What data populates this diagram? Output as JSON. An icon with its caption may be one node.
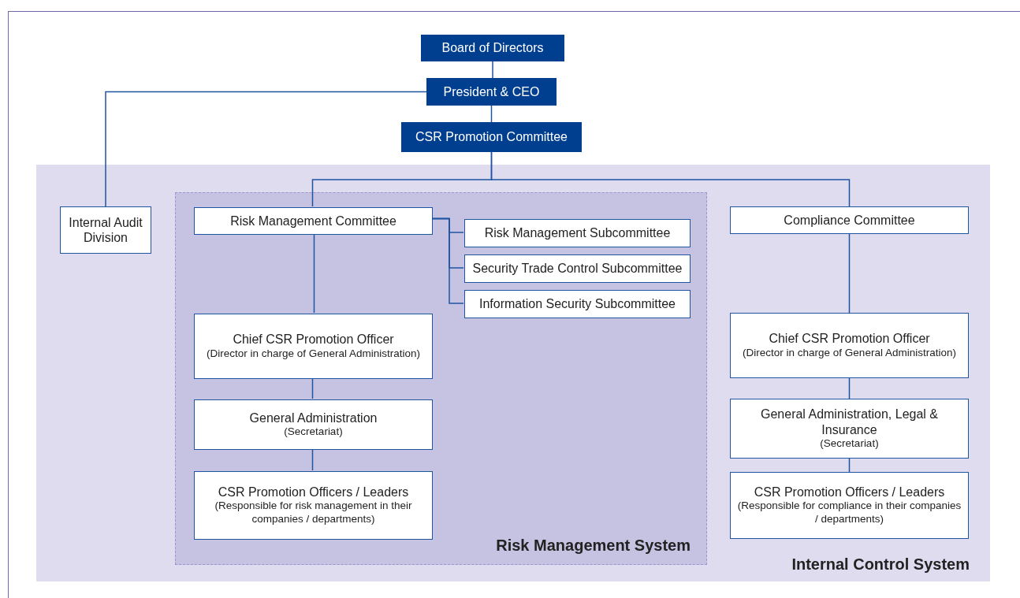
{
  "diagram": {
    "nodes": [
      {
        "text": [
          "Board of Directors"
        ]
      },
      {
        "text": [
          "President & CEO"
        ]
      },
      {
        "text": [
          "CSR Promotion Committee"
        ]
      },
      {
        "text": [
          "Internal Control System"
        ]
      },
      {
        "text": [
          "Internal Audit Division"
        ],
        "in": 3
      },
      {
        "text": [
          "Risk Management System"
        ],
        "in": 3
      },
      {
        "text": [
          "Risk Management Committee"
        ],
        "in": 5
      },
      {
        "text": [
          "Risk Management Subcommittee"
        ],
        "in": 5
      },
      {
        "text": [
          "Security Trade Control Subcommittee"
        ],
        "in": 5
      },
      {
        "text": [
          "Information Security Subcommittee"
        ],
        "in": 5
      },
      {
        "text": [
          "Chief CSR Promotion Officer",
          "(Director in charge of General Administration)"
        ],
        "in": 5
      },
      {
        "text": [
          "General Administration",
          "(Secretariat)"
        ],
        "in": 5
      },
      {
        "text": [
          "CSR Promotion Officers / Leaders",
          "(Responsible for risk management in their companies / departments)"
        ],
        "in": 5
      },
      {
        "text": [
          "Compliance Committee"
        ],
        "in": 3
      },
      {
        "text": [
          "Chief CSR Promotion Officer",
          "(Director in charge of General Administration)"
        ],
        "in": 3
      },
      {
        "text": [
          "General Administration, Legal & Insurance",
          "(Secretariat)"
        ],
        "in": 3
      },
      {
        "text": [
          "CSR Promotion Officers / Leaders",
          "(Responsible for compliance in their companies / departments)"
        ],
        "in": 3
      }
    ],
    "edges": [
      {
        "from": 0,
        "to": 1,
        "arrow": "none"
      },
      {
        "from": 1,
        "to": 2,
        "arrow": "none"
      },
      {
        "from": 1,
        "to": 4,
        "arrow": "none"
      },
      {
        "from": 2,
        "to": 6,
        "arrow": "none"
      },
      {
        "from": 2,
        "to": 13,
        "arrow": "none"
      },
      {
        "from": 6,
        "to": 7,
        "arrow": "none"
      },
      {
        "from": 6,
        "to": 8,
        "arrow": "none"
      },
      {
        "from": 6,
        "to": 9,
        "arrow": "none"
      },
      {
        "from": 6,
        "to": 10,
        "arrow": "none"
      },
      {
        "from": 10,
        "to": 11,
        "arrow": "none"
      },
      {
        "from": 11,
        "to": 12,
        "arrow": "none"
      },
      {
        "from": 13,
        "to": 14,
        "arrow": "none"
      },
      {
        "from": 14,
        "to": 15,
        "arrow": "none"
      },
      {
        "from": 15,
        "to": 16,
        "arrow": "none"
      }
    ]
  }
}
